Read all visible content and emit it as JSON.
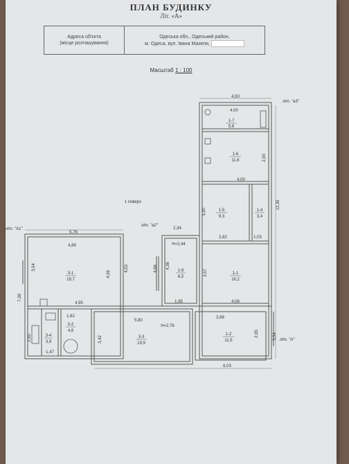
{
  "header": {
    "title": "ПЛАН БУДИНКУ",
    "subtitle": "Літ. «А»"
  },
  "address": {
    "label_line1": "Адреса об'єкта",
    "label_line2": "(місце розташування)",
    "value_line1": "Одеська обл., Одеський район,",
    "value_line2": "м. Одеса, вул. Івана Мазепи,"
  },
  "scale": {
    "prefix": "Масштаб",
    "value": "1 : 100"
  },
  "floor_label": "1 поверх",
  "lit_labels": {
    "a3": "літ. \"а3\"",
    "a1": "літ. \"А1\"",
    "a2": "літ. \"а2\"",
    "a": "літ. \"А\""
  },
  "rooms": [
    {
      "id": "1-7",
      "area": "5,6"
    },
    {
      "id": "1-6",
      "area": "11,6"
    },
    {
      "id": "1-5",
      "area": "9,3"
    },
    {
      "id": "1-4",
      "area": "3,4"
    },
    {
      "id": "1-1",
      "area": "16,2"
    },
    {
      "id": "1-8",
      "area": "6,5"
    },
    {
      "id": "3-1",
      "area": "19,7"
    },
    {
      "id": "3-2",
      "area": "4,6"
    },
    {
      "id": "3-4",
      "area": "3,9"
    },
    {
      "id": "3-3",
      "area": "19,9"
    },
    {
      "id": "1-2",
      "area": "11,5"
    }
  ],
  "heights": {
    "h1": "Н=2,44",
    "h2": "Н=2,76"
  },
  "dimensions": {
    "d450": "4,50",
    "d400a": "4,00",
    "d290": "2,90",
    "d400b": "4,00",
    "d330": "3,30",
    "d1235": "12,35",
    "d576": "5,76",
    "d489": "4,89",
    "d234": "2,34",
    "d282": "2,82",
    "d103": "1,03",
    "d354": "3,54",
    "d738": "7,38",
    "d406": "4,06",
    "d453": "4,53",
    "d466": "4,66",
    "d436": "4,36",
    "d357": "3,57",
    "d495": "4,95",
    "d195": "1,95",
    "d408": "4,08",
    "d580": "5,80",
    "d398": "3,98",
    "d162": "1,62",
    "d342": "3,42",
    "d295": "2,95",
    "d354b": "3,54",
    "d147": "1,47",
    "d250": "2,50",
    "d603": "6,03"
  }
}
